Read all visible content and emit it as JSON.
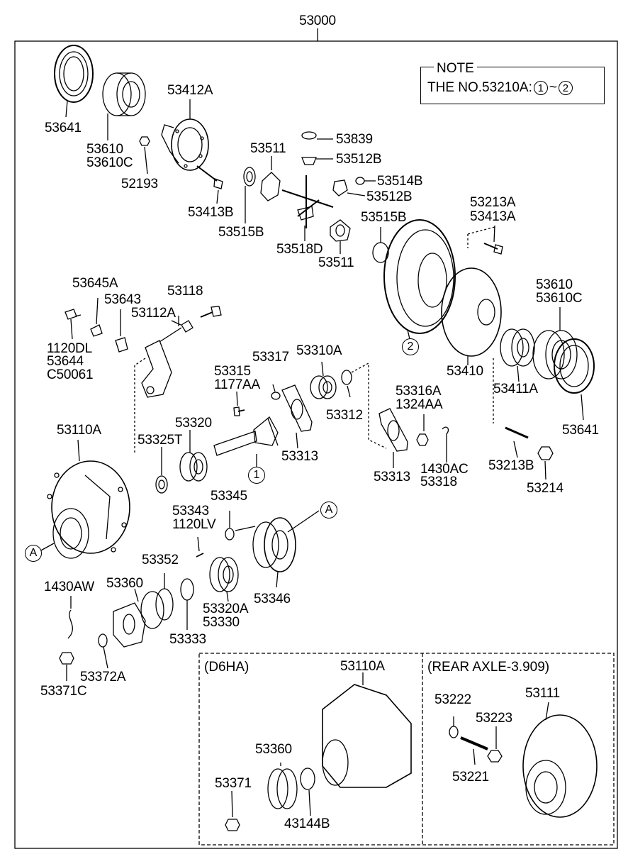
{
  "assembly_no": "53000",
  "note": {
    "title": "NOTE",
    "text_prefix": "THE NO.53210A:",
    "from": "1",
    "tilde": "~",
    "to": "2"
  },
  "parts": {
    "p53641_top": "53641",
    "p53610_a": "53610",
    "p53610c_a": "53610C",
    "p53412a": "53412A",
    "p52193": "52193",
    "p53413b": "53413B",
    "p53515b_a": "53515B",
    "p53511_a": "53511",
    "p53839": "53839",
    "p53512b_a": "53512B",
    "p53514b": "53514B",
    "p53512b_b": "53512B",
    "p53518d": "53518D",
    "p53511_b": "53511",
    "p53515b_b": "53515B",
    "p53213a": "53213A",
    "p53413a": "53413A",
    "p53610_b": "53610",
    "p53610c_b": "53610C",
    "p53645a": "53645A",
    "p53643": "53643",
    "p53118": "53118",
    "p53112a": "53112A",
    "p1120dl": "1120DL",
    "p53644": "53644",
    "pc50061": "C50061",
    "p53317": "53317",
    "p53310a": "53310A",
    "p53315": "53315",
    "p1177aa": "1177AA",
    "p53410": "53410",
    "p53411a": "53411A",
    "p53312": "53312",
    "p53316a": "53316A",
    "p1324aa": "1324AA",
    "p53641_r": "53641",
    "p53110a": "53110A",
    "p53320": "53320",
    "p53325t": "53325T",
    "p53313_a": "53313",
    "p53213b": "53213B",
    "p53313_b": "53313",
    "p1430ac": "1430AC",
    "p53318": "53318",
    "p53214": "53214",
    "p53345": "53345",
    "p53343": "53343",
    "p1120lv": "1120LV",
    "p53352": "53352",
    "p1430aw": "1430AW",
    "p53360": "53360",
    "p53346": "53346",
    "p53320a": "53320A",
    "p53330": "53330",
    "p53333": "53333",
    "p53372a": "53372A",
    "p53371c": "53371C",
    "d6ha_title": "(D6HA)",
    "d6ha_53110a": "53110A",
    "d6ha_53360": "53360",
    "d6ha_53371": "53371",
    "d6ha_43144b": "43144B",
    "rear_title": "(REAR AXLE-3.909)",
    "rear_53222": "53222",
    "rear_53111": "53111",
    "rear_53223": "53223",
    "rear_53221": "53221"
  },
  "callouts": {
    "one": "1",
    "two": "2",
    "a1": "A",
    "a2": "A"
  }
}
